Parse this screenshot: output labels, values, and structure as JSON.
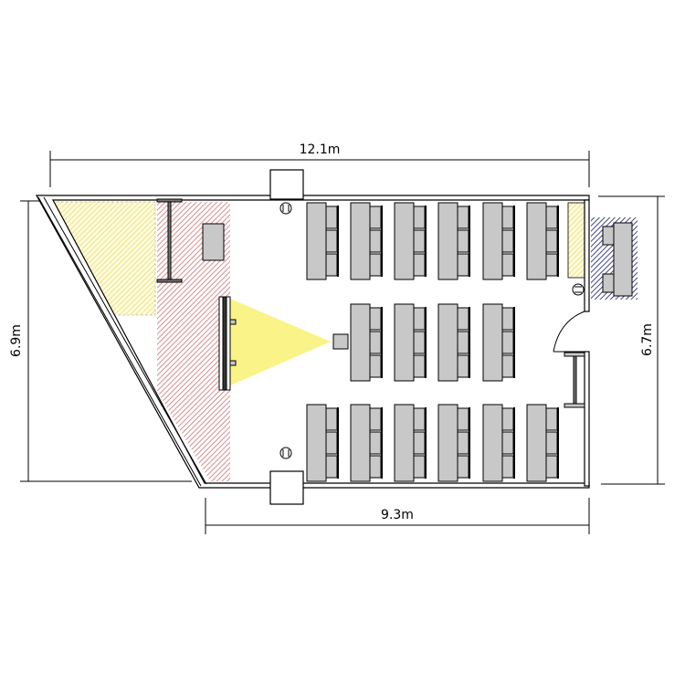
{
  "dimensions": {
    "top_width": "12.1m",
    "bottom_width": "9.3m",
    "left_height": "6.9m",
    "right_height": "6.7m"
  },
  "colors": {
    "desk": "#c8c8c8",
    "projection_yellow": "#f5ef7a",
    "stage_red": "#c84040",
    "storage_blue": "#30307a"
  }
}
